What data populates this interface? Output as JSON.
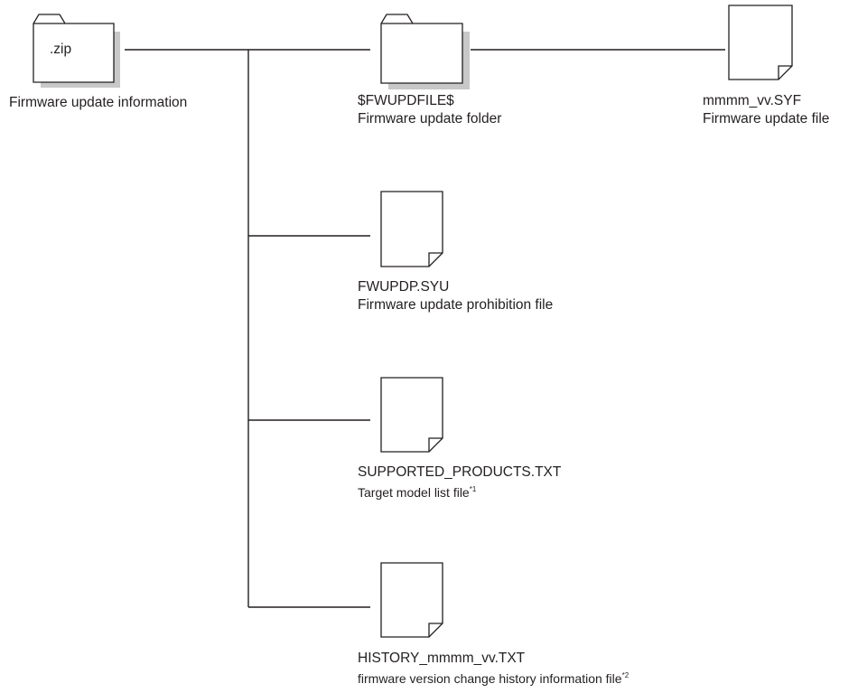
{
  "root": {
    "badge": ".zip",
    "caption": "Firmware update information",
    "icon": "folder-icon"
  },
  "folder": {
    "name": "$FWUPDFILE$",
    "caption": "Firmware update folder",
    "icon": "folder-icon"
  },
  "folder_file": {
    "name": "mmmm_vv.SYF",
    "caption": "Firmware update file",
    "icon": "file-icon"
  },
  "files": [
    {
      "name": "FWUPDP.SYU",
      "caption": "Firmware update prohibition file",
      "note": "",
      "icon": "file-icon"
    },
    {
      "name": "SUPPORTED_PRODUCTS.TXT",
      "caption": "Target model list file",
      "note": "*1",
      "icon": "file-icon"
    },
    {
      "name": "HISTORY_mmmm_vv.TXT",
      "caption": "firmware version change history information file",
      "note": "*2",
      "icon": "file-icon"
    }
  ],
  "colors": {
    "stroke": "#231f20",
    "shadow": "#c8c8c8",
    "fill": "#ffffff"
  }
}
